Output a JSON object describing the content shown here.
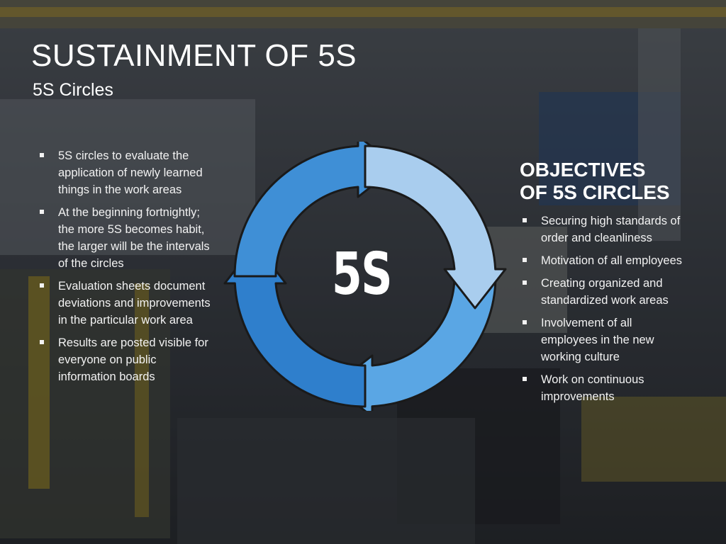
{
  "slide": {
    "title": "SUSTAINMENT OF 5S",
    "subtitle": "5S Circles"
  },
  "left_bullets": [
    "5S circles to evaluate the application of newly learned things in the work areas",
    "At the beginning fortnightly; the more 5S becomes habit, the larger will be the intervals of the circles",
    "Evaluation sheets document deviations and improvements in the particular work area",
    "Results are posted visible for everyone on public information boards"
  ],
  "objectives": {
    "title_line1": "OBJECTIVES",
    "title_line2": "OF 5S CIRCLES",
    "items": [
      "Securing high standards of order and cleanliness",
      "Motivation of all employees",
      "Creating organized and standardized work areas",
      "Involvement of all employees in the new working culture",
      "Work on continuous improvements"
    ]
  },
  "cycle": {
    "center_label": "5S",
    "colors": [
      "#3f8fd6",
      "#a9cdee",
      "#5aa6e4",
      "#2f7fcc"
    ]
  }
}
